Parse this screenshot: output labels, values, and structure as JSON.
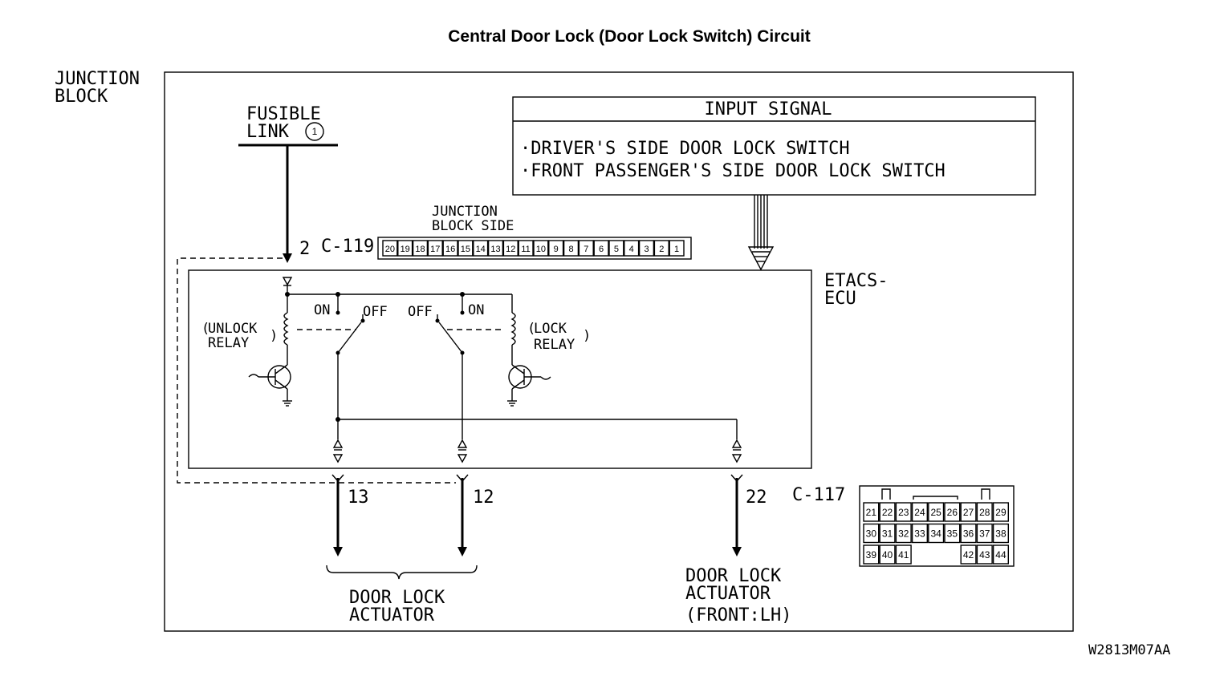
{
  "title": "Central Door Lock (Door Lock Switch) Circuit",
  "junction_block": {
    "line1": "JUNCTION",
    "line2": "BLOCK"
  },
  "fusible_link": {
    "line1": "FUSIBLE",
    "line2": "LINK",
    "number": "1"
  },
  "input_signal": {
    "header": "INPUT SIGNAL",
    "items": [
      "·DRIVER'S SIDE DOOR LOCK SWITCH",
      "·FRONT PASSENGER'S SIDE DOOR LOCK SWITCH"
    ]
  },
  "connector_c119": {
    "label": "C-119",
    "pin": "2",
    "side_line1": "JUNCTION",
    "side_line2": "BLOCK SIDE",
    "pins": [
      "20",
      "19",
      "18",
      "17",
      "16",
      "15",
      "14",
      "13",
      "12",
      "11",
      "10",
      "9",
      "8",
      "7",
      "6",
      "5",
      "4",
      "3",
      "2",
      "1"
    ]
  },
  "ecu": {
    "line1": "ETACS-",
    "line2": "ECU"
  },
  "relays": {
    "unlock": {
      "line1": "UNLOCK",
      "line2": "RELAY"
    },
    "lock": {
      "line1": "LOCK",
      "line2": "RELAY"
    },
    "on": "ON",
    "off": "OFF"
  },
  "connector_c117": {
    "label": "C-117",
    "pins_out": [
      "13",
      "12",
      "22"
    ],
    "rows": [
      [
        "21",
        "22",
        "23",
        "24",
        "25",
        "26",
        "27",
        "28",
        "29"
      ],
      [
        "30",
        "31",
        "32",
        "33",
        "34",
        "35",
        "36",
        "37",
        "38"
      ],
      [
        "39",
        "40",
        "41",
        "",
        "",
        "",
        "42",
        "43",
        "44"
      ]
    ]
  },
  "actuator_left": {
    "line1": "DOOR LOCK",
    "line2": "ACTUATOR"
  },
  "actuator_right": {
    "line1": "DOOR LOCK",
    "line2": "ACTUATOR",
    "line3": "(FRONT:LH)"
  },
  "figure_id": "W2813M07AA"
}
